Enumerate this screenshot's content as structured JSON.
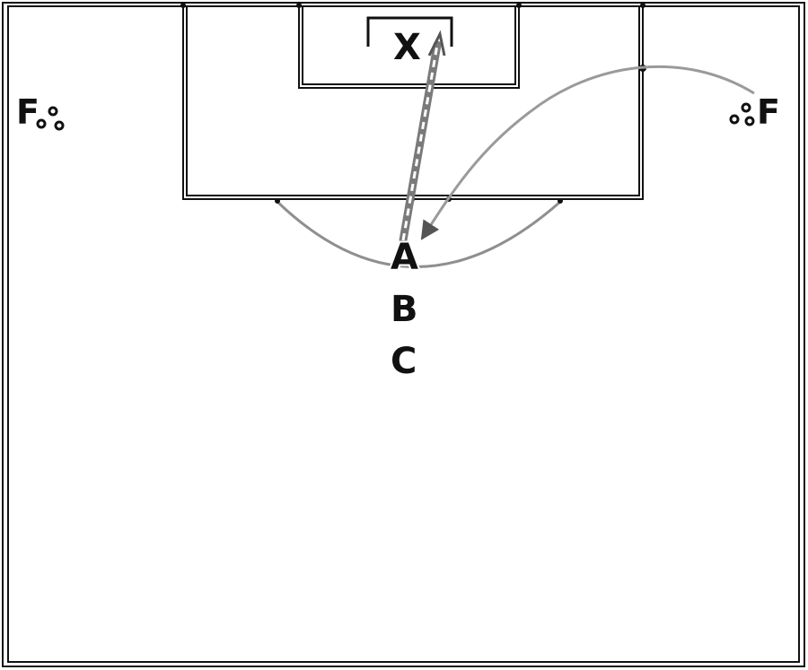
{
  "labels": {
    "goalkeeper": "X",
    "player_a": "A",
    "player_b": "B",
    "player_c": "C",
    "feeder_left": "F",
    "feeder_right": "F"
  },
  "colors": {
    "lines": "#111111",
    "pass_path": "#9a9a9a",
    "background": "#ffffff"
  }
}
